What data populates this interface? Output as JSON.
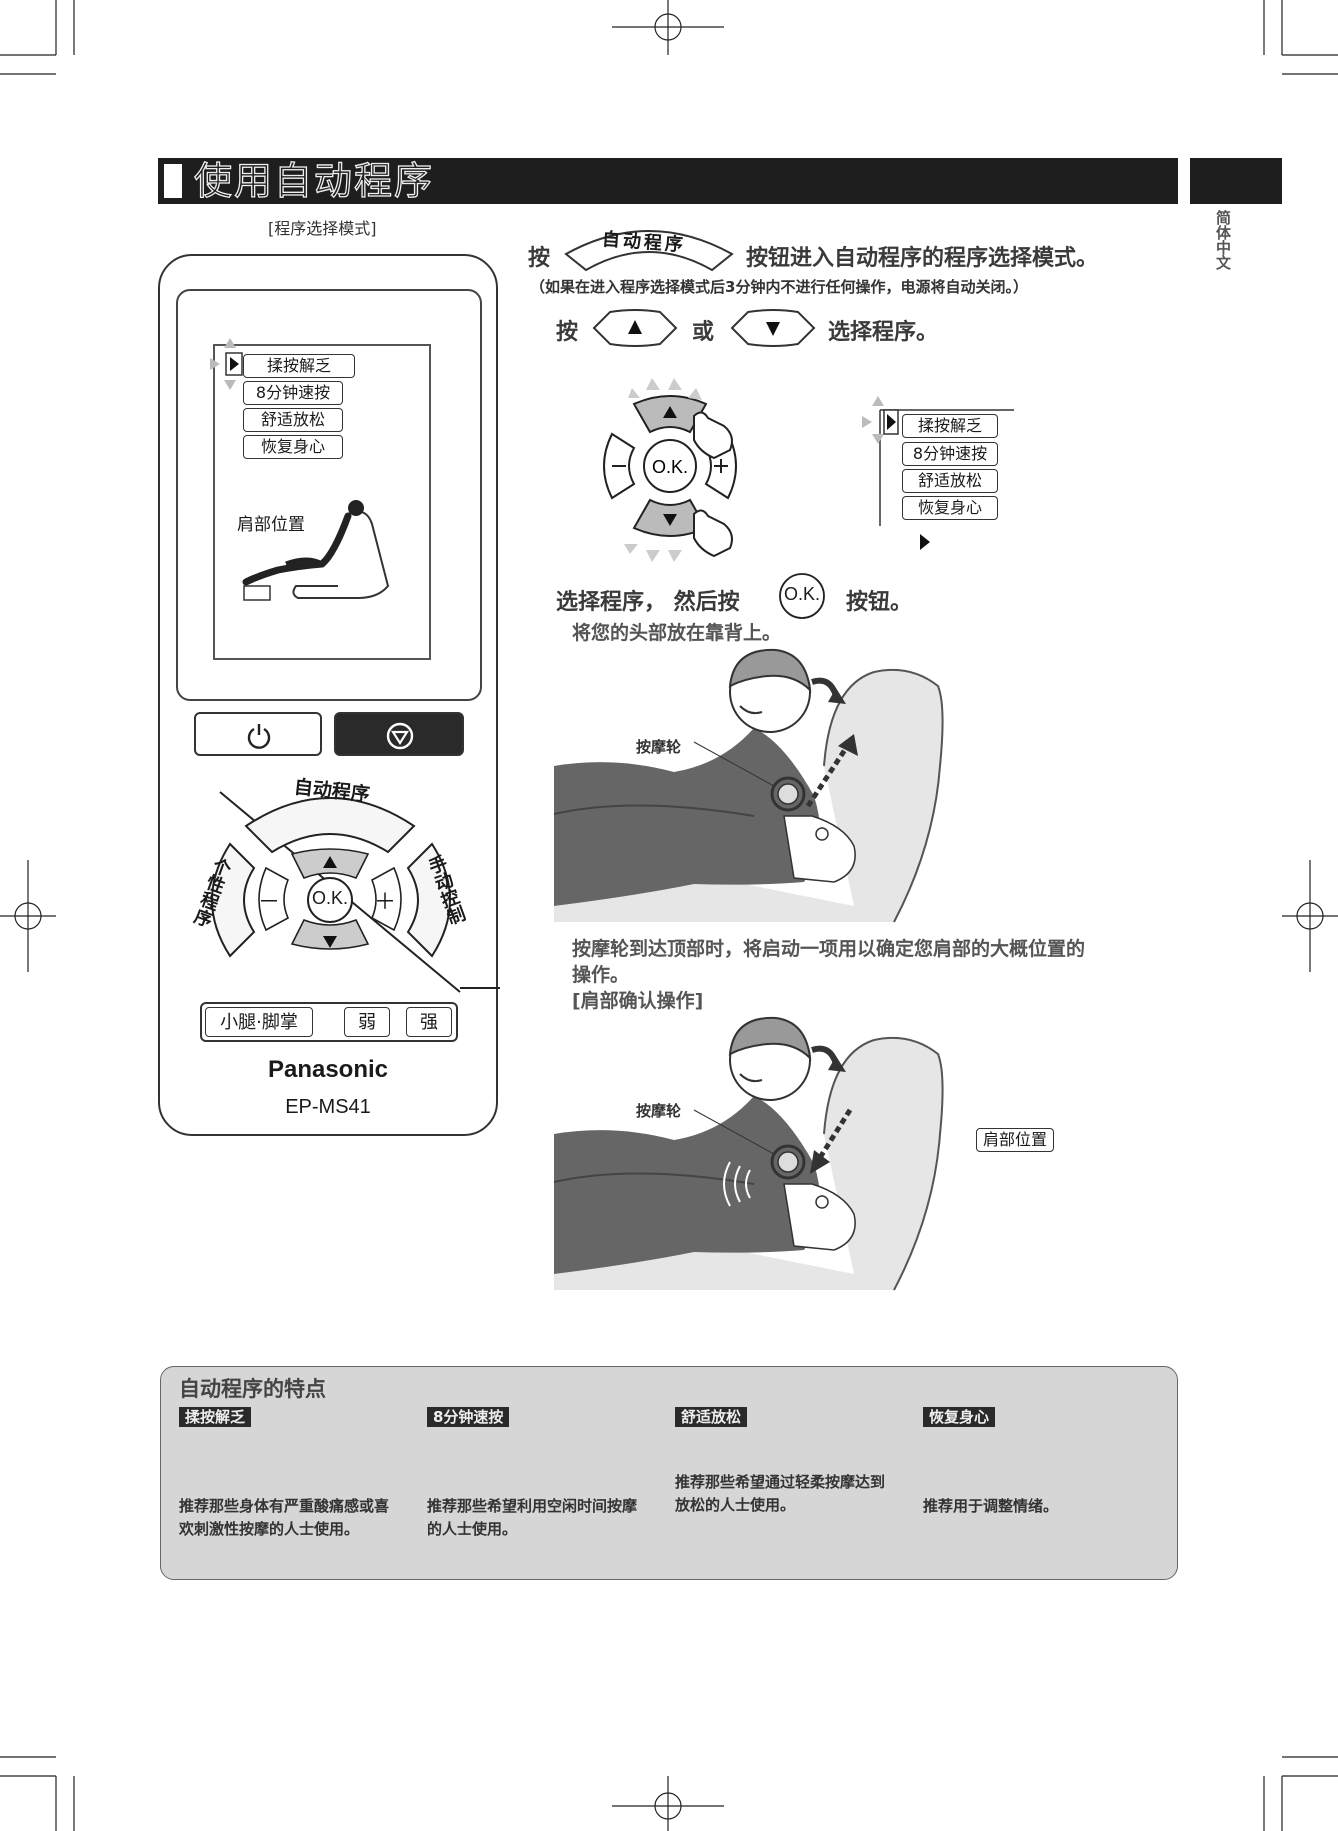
{
  "header": {
    "title": "使用自动程序",
    "side_label": "简体中文"
  },
  "mode_label": "[程序选择模式]",
  "remote": {
    "menu_items": [
      "揉按解乏",
      "8分钟速按",
      "舒适放松",
      "恢复身心"
    ],
    "position_label": "肩部位置",
    "auto_program_label": "自动程序",
    "personal_label": "个性程序",
    "manual_label": "手动控制",
    "ok_label": "O.K.",
    "minus_label": "－",
    "plus_label": "＋",
    "leg_label": "小腿·脚掌",
    "weak_label": "弱",
    "strong_label": "强",
    "brand": "Panasonic",
    "model": "EP-MS41"
  },
  "steps": {
    "s1_press": "按",
    "s1_button": "自动程序",
    "s1_text": "按钮进入自动程序的程序选择模式。",
    "s1_note": "（如果在进入程序选择模式后3分钟内不进行任何操作，电源将自动关闭。）",
    "s2_press": "按",
    "s2_or": "或",
    "s2_text": "选择程序。",
    "s3_text_a": "选择程序， 然后按",
    "s3_ok": "O.K.",
    "s3_text_b": "按钮。",
    "s3_sub": "将您的头部放在靠背上。",
    "roller_label_1": "按摩轮",
    "desc_line1": "按摩轮到达顶部时，将启动一项用以确定您肩部的大概位置的",
    "desc_line2": "操作。",
    "desc_line3": "[肩部确认操作]",
    "roller_label_2": "按摩轮",
    "shoulder_badge": "肩部位置"
  },
  "features": {
    "title": "自动程序的特点",
    "items": [
      {
        "name": "揉按解乏",
        "desc": "推荐那些身体有严重酸痛感或喜欢刺激性按摩的人士使用。"
      },
      {
        "name": "8分钟速按",
        "desc": "推荐那些希望利用空闲时间按摩的人士使用。"
      },
      {
        "name": "舒适放松",
        "desc": "推荐那些希望通过轻柔按摩达到放松的人士使用。"
      },
      {
        "name": "恢复身心",
        "desc": "推荐用于调整情绪。"
      }
    ]
  }
}
